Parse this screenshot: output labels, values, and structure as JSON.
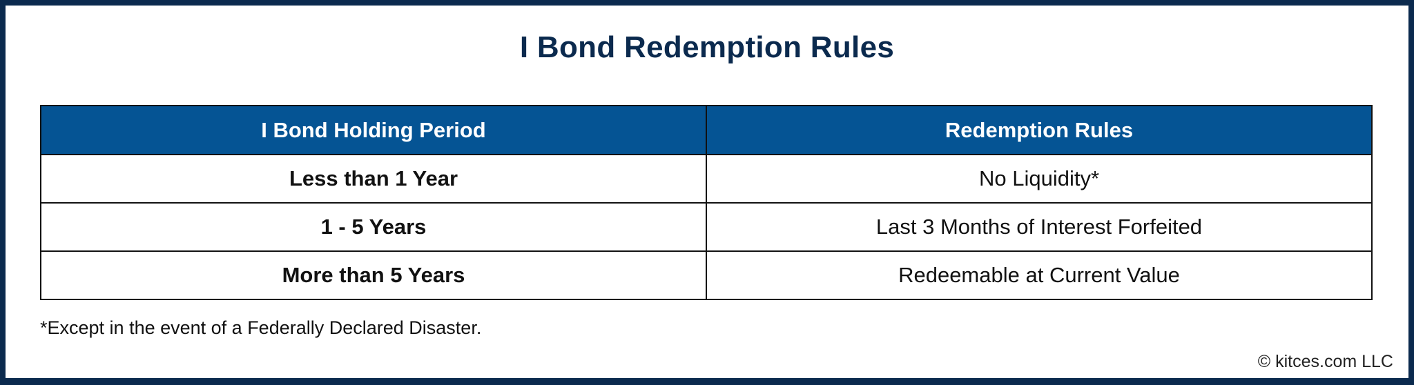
{
  "title": "I Bond Redemption Rules",
  "table": {
    "headers": [
      "I Bond Holding Period",
      "Redemption Rules"
    ],
    "rows": [
      {
        "period": "Less than 1 Year",
        "rule": "No Liquidity*"
      },
      {
        "period": "1 - 5 Years",
        "rule": "Last 3 Months of Interest Forfeited"
      },
      {
        "period": "More than 5 Years",
        "rule": "Redeemable at Current Value"
      }
    ]
  },
  "footnote": "*Except in the event of a Federally Declared Disaster.",
  "copyright": "© kitces.com LLC",
  "colors": {
    "frame": "#0b2a4e",
    "title": "#0b2a4e",
    "header_bg": "#055494",
    "header_text": "#ffffff"
  }
}
